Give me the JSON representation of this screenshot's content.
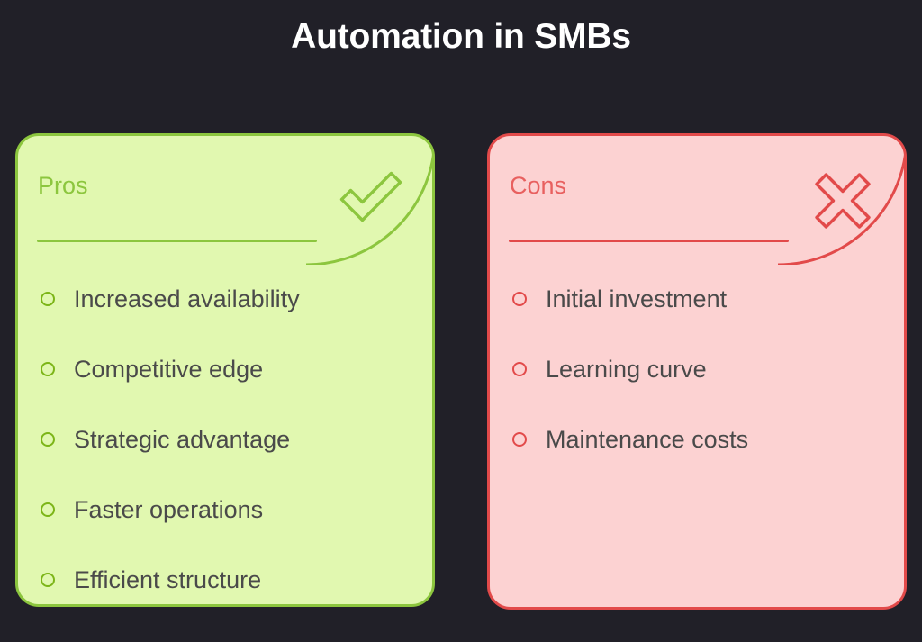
{
  "title": "Automation in SMBs",
  "colors": {
    "page_background": "#212028",
    "title_text": "#ffffff",
    "pros_background": "#e1f8b0",
    "pros_border": "#8cc63e",
    "pros_accent": "#8cc63e",
    "cons_background": "#fcd2d2",
    "cons_border": "#e24a4a",
    "cons_accent": "#e8605f",
    "item_text": "#4a4a4a"
  },
  "cards": [
    {
      "id": "pros",
      "heading": "Pros",
      "icon": "check-mark-icon",
      "items": [
        "Increased availability",
        "Competitive edge",
        "Strategic advantage",
        "Faster operations",
        "Efficient structure"
      ]
    },
    {
      "id": "cons",
      "heading": "Cons",
      "icon": "cross-mark-icon",
      "items": [
        "Initial investment",
        "Learning curve",
        "Maintenance costs"
      ]
    }
  ]
}
